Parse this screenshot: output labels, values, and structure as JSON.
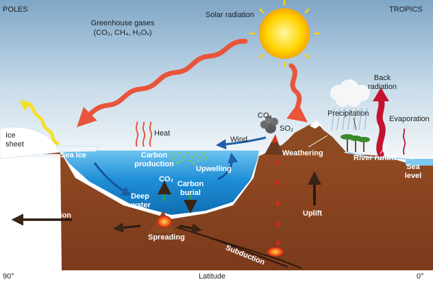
{
  "corners": {
    "poles": "POLES",
    "tropics": "TROPICS",
    "left_degree": "90°",
    "right_degree": "0°",
    "axis_label": "Latitude"
  },
  "labels": {
    "greenhouse_title": "Greenhouse gases",
    "greenhouse_formula": "(CO₂, CH₄, H₂Oᵥ)",
    "solar_radiation": "Solar radiation",
    "ice_sheet_1": "Ice",
    "ice_sheet_2": "sheet",
    "sea_ice": "Sea ice",
    "heat": "Heat",
    "carbon_production_1": "Carbon",
    "carbon_production_2": "production",
    "wind": "Wind",
    "co2_volcano": "CO₂",
    "so2_volcano": "SO₂",
    "upwelling": "Upwelling",
    "co2_ocean": "CO₂",
    "carbon_burial_1": "Carbon",
    "carbon_burial_2": "burial",
    "deep_water_1": "Deep",
    "deep_water_2": "water",
    "plate_motion": "Plate motion",
    "spreading": "Spreading",
    "subduction": "Subduction",
    "weathering": "Weathering",
    "uplift": "Uplift",
    "precipitation": "Precipitation",
    "back_radiation_1": "Back",
    "back_radiation_2": "radiation",
    "evaporation": "Evaporation",
    "river_runoff": "River runoff",
    "sea_level_1": "Sea",
    "sea_level_2": "level"
  },
  "colors": {
    "ocean": "#1f8fd6",
    "earth": "#a0522d",
    "sky_top": "#7fa8c9",
    "radiation_arrow": "#e8553a",
    "sun": "#ffd200",
    "back_radiation": "#c4122f",
    "carbon_burial": "#2a9d3a",
    "magma": "#e8331e",
    "wind_arrow": "#1f5fa8"
  }
}
